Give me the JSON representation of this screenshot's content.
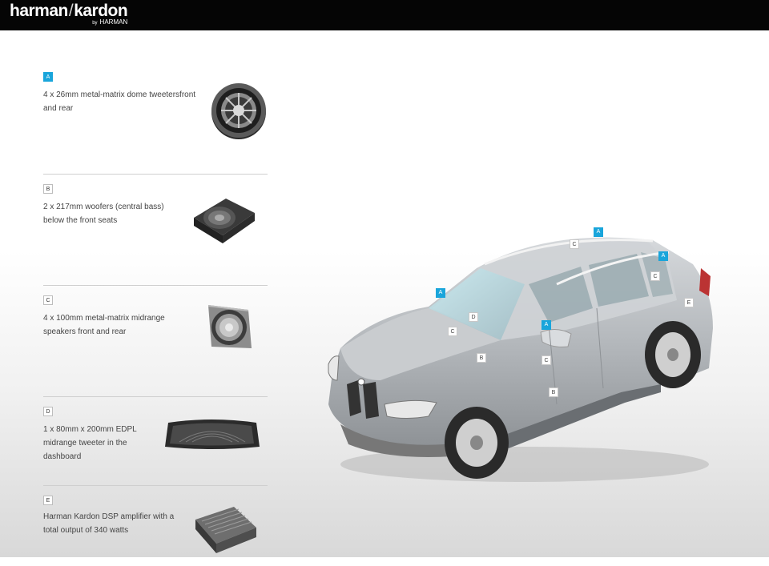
{
  "brand": {
    "name_left": "harman",
    "name_right": "kardon",
    "sub_by": "by",
    "sub_name": "HARMAN"
  },
  "components": [
    {
      "badge": "A",
      "desc_lines": [
        "4 x 26mm metal-matrix dome tweetersfront",
        "and rear"
      ],
      "icon": "tweeter-icon",
      "active": true
    },
    {
      "badge": "B",
      "desc_lines": [
        "2 x 217mm woofers (central bass)",
        "below the front seats"
      ],
      "icon": "woofer-icon",
      "active": false
    },
    {
      "badge": "C",
      "desc_lines": [
        "4 x 100mm metal-matrix midrange",
        "speakers front and rear"
      ],
      "icon": "midrange-speaker-icon",
      "active": false
    },
    {
      "badge": "D",
      "desc_lines": [
        "1 x 80mm x 200mm EDPL",
        "midrange tweeter in the",
        "dashboard"
      ],
      "icon": "dashboard-tweeter-icon",
      "active": false
    },
    {
      "badge": "E",
      "desc_lines": [
        "Harman Kardon DSP amplifier with a",
        "total output of 340 watts"
      ],
      "icon": "amplifier-icon",
      "active": false
    }
  ],
  "car_markers": [
    {
      "label": "A",
      "kind": "blue"
    },
    {
      "label": "A",
      "kind": "blue"
    },
    {
      "label": "A",
      "kind": "blue"
    },
    {
      "label": "A",
      "kind": "blue"
    },
    {
      "label": "C",
      "kind": "white"
    },
    {
      "label": "C",
      "kind": "white"
    },
    {
      "label": "C",
      "kind": "white"
    },
    {
      "label": "C",
      "kind": "white"
    },
    {
      "label": "D",
      "kind": "white"
    },
    {
      "label": "B",
      "kind": "white"
    },
    {
      "label": "B",
      "kind": "white"
    },
    {
      "label": "E",
      "kind": "white"
    }
  ],
  "colors": {
    "accent": "#19a5db",
    "topbar": "#050505",
    "car_body": "#b8bcc0"
  }
}
